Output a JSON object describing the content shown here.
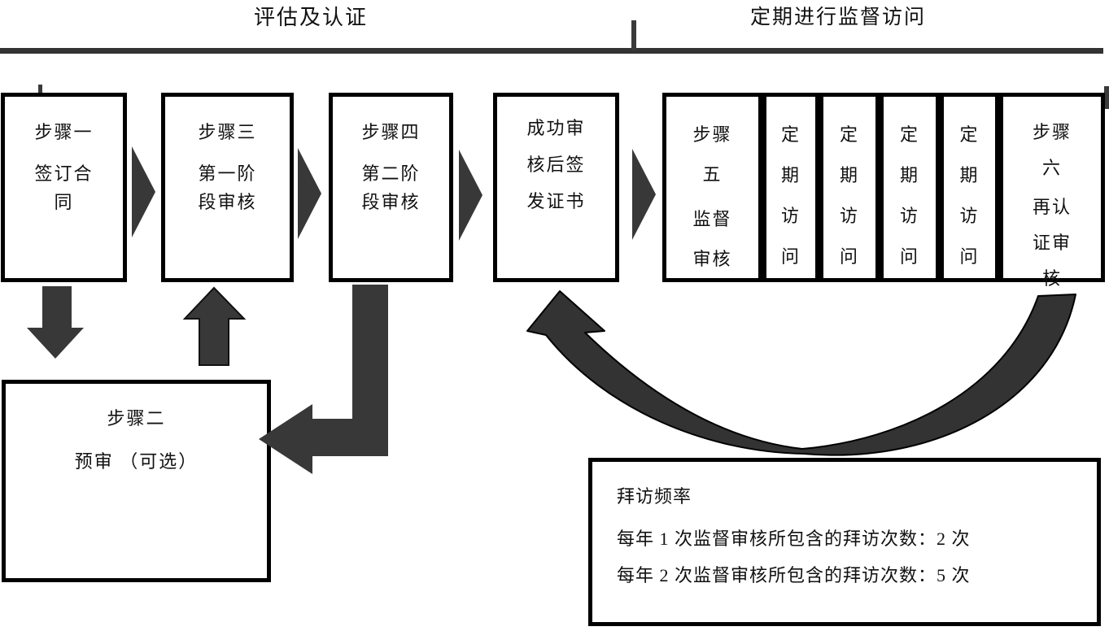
{
  "header": {
    "left_label": "评估及认证",
    "right_label": "定期进行监督访问"
  },
  "colors": {
    "arrow": "#383838",
    "bracket_line": "#333333",
    "box_border": "#000000",
    "background": "#ffffff"
  },
  "boxes": {
    "step1": {
      "paragraphs": [
        [
          "步骤一"
        ],
        [
          "签订合",
          "同"
        ]
      ]
    },
    "step3": {
      "paragraphs": [
        [
          "步骤三"
        ],
        [
          "第一阶",
          "段审核"
        ]
      ]
    },
    "step4": {
      "paragraphs": [
        [
          "步骤四"
        ],
        [
          "第二阶",
          "段审核"
        ]
      ]
    },
    "certificate": {
      "paragraphs": [
        [
          "成功审",
          "核后签",
          "发证书"
        ]
      ]
    },
    "step5": {
      "paragraphs": [
        [
          "步骤",
          "五"
        ],
        [
          "监督",
          "审核"
        ]
      ]
    },
    "visit": {
      "paragraphs": [
        [
          "定",
          "期",
          "访",
          "问"
        ]
      ]
    },
    "step6": {
      "paragraphs": [
        [
          "步骤",
          "六"
        ],
        [
          "再认",
          "证审",
          "核"
        ]
      ]
    },
    "step2": {
      "paragraphs": [
        [
          "步骤二"
        ],
        [
          "预审 （可选）"
        ]
      ]
    }
  },
  "frequency_note": {
    "title": "拜访频率",
    "lines": [
      "每年 1 次监督审核所包含的拜访次数：2 次",
      "每年 2 次监督审核所包含的拜访次数：5 次"
    ]
  }
}
